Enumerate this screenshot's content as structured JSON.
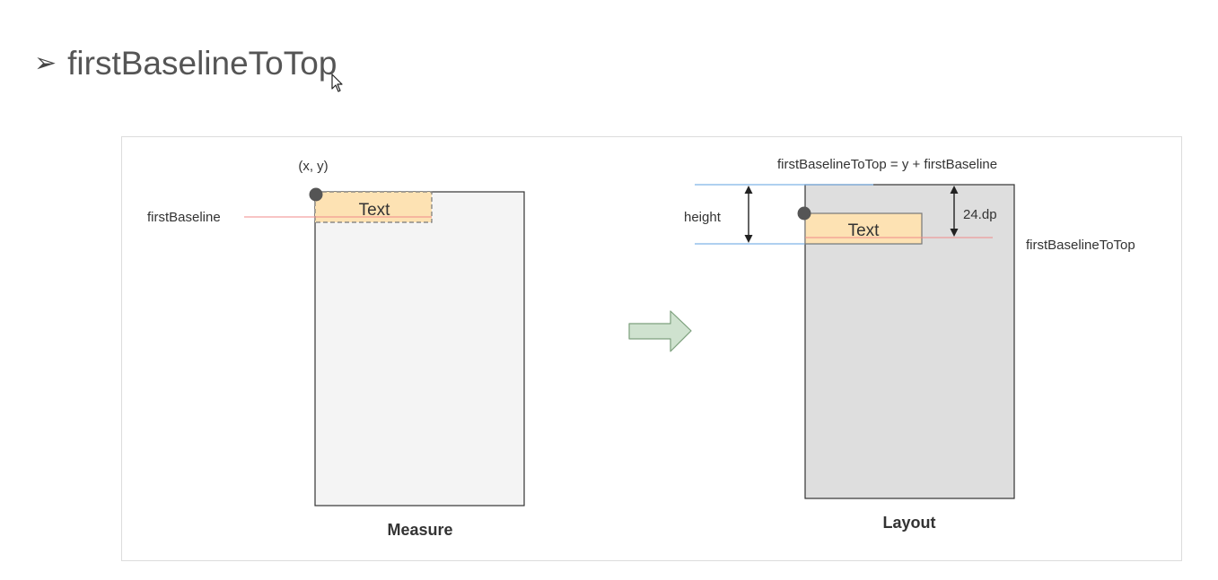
{
  "page": {
    "bullet_glyph": "➢",
    "title": "firstBaselineToTop"
  },
  "measure": {
    "coord_label": "(x, y)",
    "baseline_label": "firstBaseline",
    "text_label": "Text",
    "caption": "Measure"
  },
  "arrow": {
    "color": "#cfe2cf",
    "stroke": "#7da07d"
  },
  "layout": {
    "formula": "firstBaselineToTop = y + firstBaseline",
    "height_label": "height",
    "dp_label": "24.dp",
    "text_label": "Text",
    "baseline_to_top_label": "firstBaselineToTop",
    "caption": "Layout"
  },
  "colors": {
    "text_fill": "#fde2b3",
    "baseline_line": "#f08a8a",
    "guide_line": "#7fb3e6",
    "measure_box": "#f4f4f4",
    "layout_box": "#dedede"
  }
}
